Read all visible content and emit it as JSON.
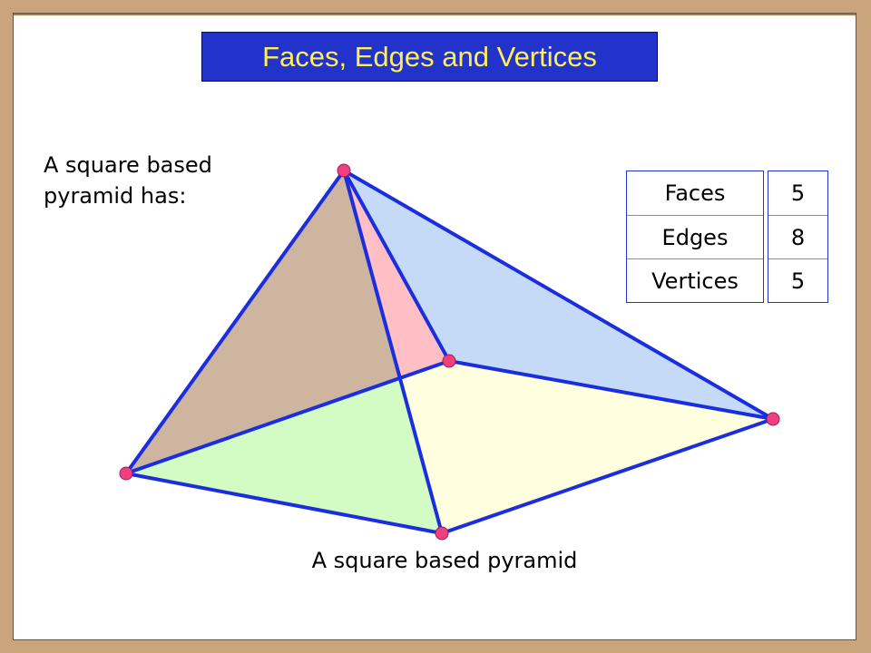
{
  "title": "Faces, Edges and Vertices",
  "intro_lines": [
    "A square based",
    "pyramid has:"
  ],
  "caption": "A square based pyramid",
  "counts": [
    {
      "label": "Faces",
      "value": "5"
    },
    {
      "label": "Edges",
      "value": "8"
    },
    {
      "label": "Vertices",
      "value": "5"
    }
  ],
  "colors": {
    "title_bg": "#2233cc",
    "title_text": "#ffee55",
    "edge": "#1a2ee0",
    "vertex": "#ef3f80",
    "face_left": "#cdb59f",
    "face_back": "#ffbfc4",
    "face_right": "#c4daf7",
    "face_front_left": "#d3fbc4",
    "face_front_right": "#ffffdf"
  }
}
